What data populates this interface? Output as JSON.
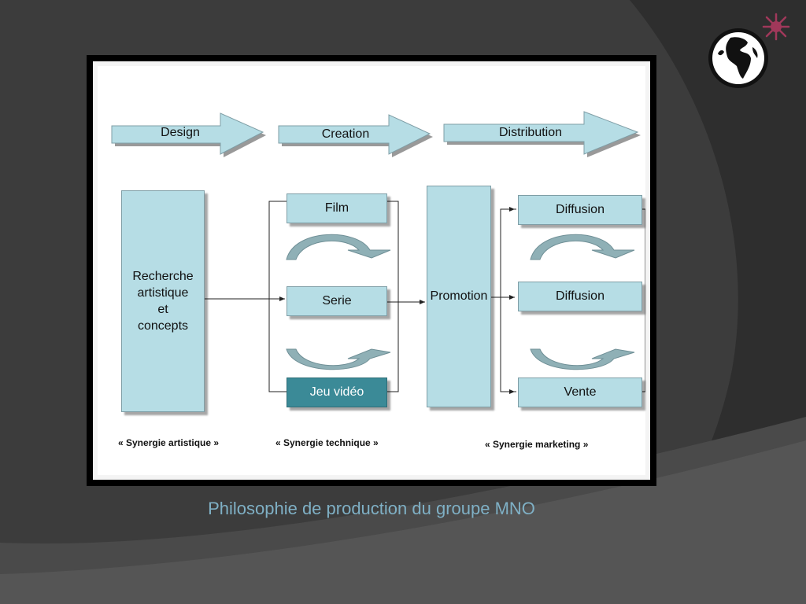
{
  "stages": {
    "design": "Design",
    "creation": "Creation",
    "distribution": "Distribution"
  },
  "boxes": {
    "recherche": "Recherche\nartistique\net\nconcepts",
    "film": "Film",
    "serie": "Serie",
    "jeu_video": "Jeu vidéo",
    "promotion": "Promotion",
    "diffusion_1": "Diffusion",
    "diffusion_2": "Diffusion",
    "vente": "Vente"
  },
  "synergies": {
    "artistique": "« Synergie artistique »",
    "technique": "« Synergie technique »",
    "marketing": "« Synergie marketing »"
  },
  "caption": "Philosophie de production du groupe MNO",
  "icons": {
    "globe": "globe-icon",
    "star": "star-icon"
  },
  "colors": {
    "box_fill": "#b6dde5",
    "box_dark": "#3b8a97",
    "caption": "#7fb0c5",
    "background": "#3c3c3c",
    "star": "#a0385a"
  }
}
